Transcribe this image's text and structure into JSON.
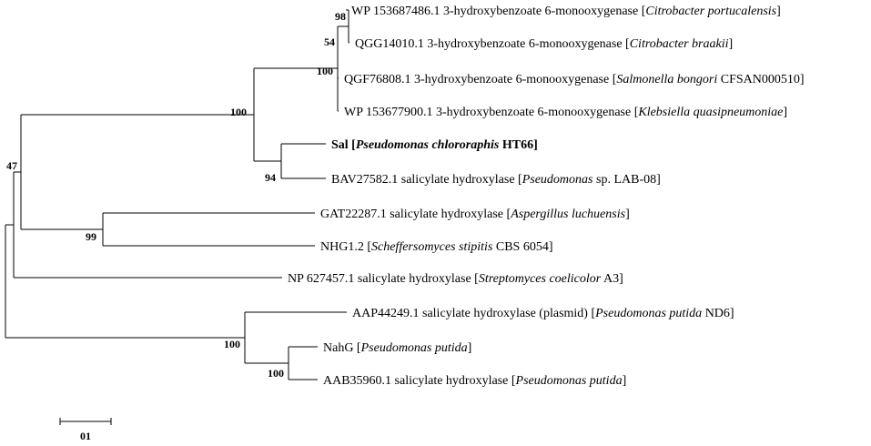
{
  "taxa": [
    {
      "pre": "WP 153687486.1 3-hydroxybenzoate 6-monooxygenase [",
      "org": "Citrobacter portucalensis",
      "post": "]",
      "bold": false
    },
    {
      "pre": "QGG14010.1 3-hydroxybenzoate 6-monooxygenase [",
      "org": "Citrobacter braakii",
      "post": "]",
      "bold": false
    },
    {
      "pre": "QGF76808.1 3-hydroxybenzoate 6-monooxygenase [",
      "org": "Salmonella bongori",
      "post": " CFSAN000510]",
      "bold": false
    },
    {
      "pre": "WP 153677900.1 3-hydroxybenzoate 6-monooxygenase [",
      "org": "Klebsiella quasipneumoniae",
      "post": "]",
      "bold": false
    },
    {
      "pre": "Sal [",
      "org": "Pseudomonas chlororaphis",
      "post": " HT66]",
      "bold": true
    },
    {
      "pre": "BAV27582.1 salicylate hydroxylase [",
      "org": "Pseudomonas",
      "post": " sp. LAB-08]",
      "bold": false
    },
    {
      "pre": "GAT22287.1 salicylate hydroxylase [",
      "org": "Aspergillus luchuensis",
      "post": "]",
      "bold": false
    },
    {
      "pre": "NHG1.2 [",
      "org": "Scheffersomyces stipitis",
      "post": " CBS 6054]",
      "bold": false
    },
    {
      "pre": "NP 627457.1 salicylate hydroxylase [",
      "org": "Streptomyces coelicolor",
      "post": " A3]",
      "bold": false
    },
    {
      "pre": "AAP44249.1 salicylate hydroxylase (plasmid) [",
      "org": "Pseudomonas putida",
      "post": " ND6]",
      "bold": false
    },
    {
      "pre": "NahG [",
      "org": "Pseudomonas putida",
      "post": "]",
      "bold": false
    },
    {
      "pre": "AAB35960.1 salicylate hydroxylase [",
      "org": "Pseudomonas putida",
      "post": "]",
      "bold": false
    }
  ],
  "bootstrap": [
    "98",
    "54",
    "100",
    "100",
    "94",
    "99",
    "47",
    "100",
    "100"
  ],
  "scale_bar_label": "01"
}
